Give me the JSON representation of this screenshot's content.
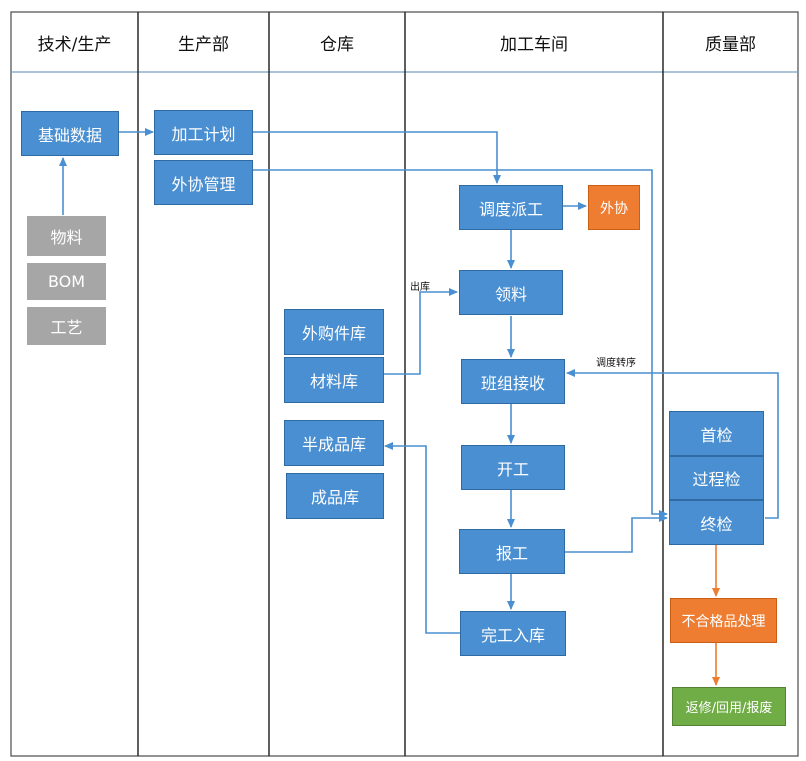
{
  "lanes": [
    {
      "id": "tech",
      "title": "技术/生产"
    },
    {
      "id": "prod",
      "title": "生产部"
    },
    {
      "id": "wh",
      "title": "仓库"
    },
    {
      "id": "shop",
      "title": "加工车间"
    },
    {
      "id": "qa",
      "title": "质量部"
    }
  ],
  "nodes": {
    "base_data": "基础数据",
    "material": "物料",
    "bom": "BOM",
    "process": "工艺",
    "plan": "加工计划",
    "outsource_mgmt": "外协管理",
    "dispatch": "调度派工",
    "outsource": "外协",
    "pick": "领料",
    "purchased_parts": "外购件库",
    "material_wh": "材料库",
    "team_receive": "班组接收",
    "semi_wh": "半成品库",
    "finished_wh": "成品库",
    "start": "开工",
    "report": "报工",
    "complete_in": "完工入库",
    "first_check": "首检",
    "process_check": "过程检",
    "final_check": "终检",
    "nonconform": "不合格品处理",
    "rework": "返修/回用/报废"
  },
  "edge_labels": {
    "out_wh": "出库",
    "reschedule": "调度转序"
  },
  "colors": {
    "box_blue": "#4a8fd1",
    "box_gray": "#a6a6a6",
    "box_orange": "#ee7d31",
    "box_green": "#70ad47",
    "line_blue": "#4a8fd1",
    "line_orange": "#ee7d31",
    "grid_line": "#4a4a4a"
  }
}
